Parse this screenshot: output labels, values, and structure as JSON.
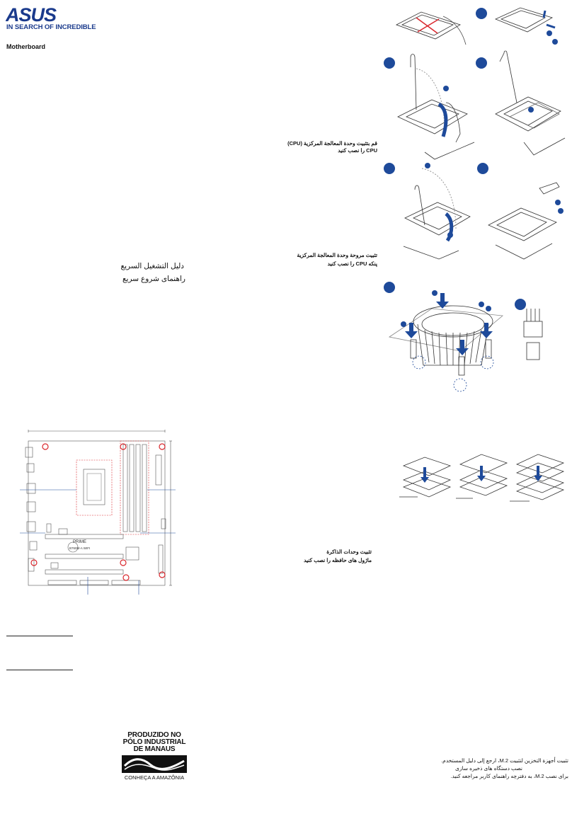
{
  "brand": {
    "logo_text": "ASUS",
    "tagline": "IN SEARCH OF INCREDIBLE",
    "color": "#1a3a8c"
  },
  "product": "Motherboard",
  "quick_guide": {
    "arabic": "دليل التشغيل السريع",
    "persian": "راهنمای شروع سریع"
  },
  "captions": {
    "cpu_line1": "قم بتثبيت وحدة المعالجة المركزية (CPU)",
    "cpu_line2": "CPU را نصب کنید",
    "fan_line1": "تثبيت مروحة وحدة المعالجة المركزية",
    "fan_line2": "پنکه CPU را نصب کنید",
    "mem_line1": "تثبيت وحدات الذاكرة",
    "mem_line2": "ماژول های حافظه را نصب کنید"
  },
  "board_label": "PRIME",
  "board_sub": "B760M-A WIFI",
  "manaus": {
    "line1": "PRODUZIDO NO",
    "line2": "PÓLO INDUSTRIAL",
    "line3": "DE MANAUS",
    "sub": "CONHEÇA A AMAZÔNIA"
  },
  "m2_note": {
    "line1": "تثبيت أجهزة التخزين لتثبيت M.2، ارجع إلى دليل المستخدم.",
    "line2": "نصب دستگاه های ذخیره سازی",
    "line3": "برای نصب M.2، به دفترچه راهنمای کاربر مراجعه کنید."
  },
  "colors": {
    "step_badge": "#1e4a9a",
    "accent_red": "#d9262c",
    "arrow_blue": "#1e4a9a"
  }
}
